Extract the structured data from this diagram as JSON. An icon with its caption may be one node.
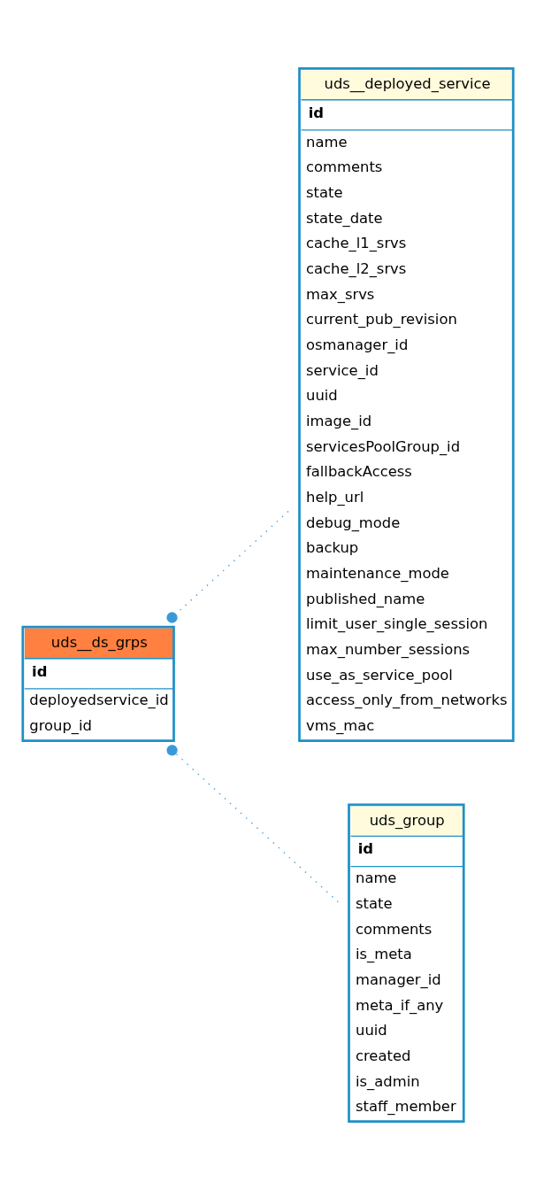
{
  "diagram": {
    "nodes": [
      {
        "text": [
          "uds__deployed_service",
          "id",
          "name",
          "comments",
          "state",
          "state_date",
          "cache_l1_srvs",
          "cache_l2_srvs",
          "max_srvs",
          "current_pub_revision",
          "osmanager_id",
          "service_id",
          "uuid",
          "image_id",
          "servicesPoolGroup_id",
          "fallbackAccess",
          "help_url",
          "debug_mode",
          "backup",
          "maintenance_mode",
          "published_name",
          "limit_user_single_session",
          "max_number_sessions",
          "use_as_service_pool",
          "access_only_from_networks",
          "vms_mac"
        ]
      },
      {
        "text": [
          "uds__ds_grps",
          "id",
          "deployedservice_id",
          "group_id"
        ]
      },
      {
        "text": [
          "uds_group",
          "id",
          "name",
          "state",
          "comments",
          "is_meta",
          "manager_id",
          "meta_if_any",
          "uuid",
          "created",
          "is_admin",
          "staff_member"
        ]
      }
    ],
    "edges": [
      {
        "from": 0,
        "to": 1,
        "arrow": "other",
        "style": "dashed"
      },
      {
        "from": 2,
        "to": 1,
        "arrow": "other",
        "style": "dashed"
      }
    ]
  }
}
